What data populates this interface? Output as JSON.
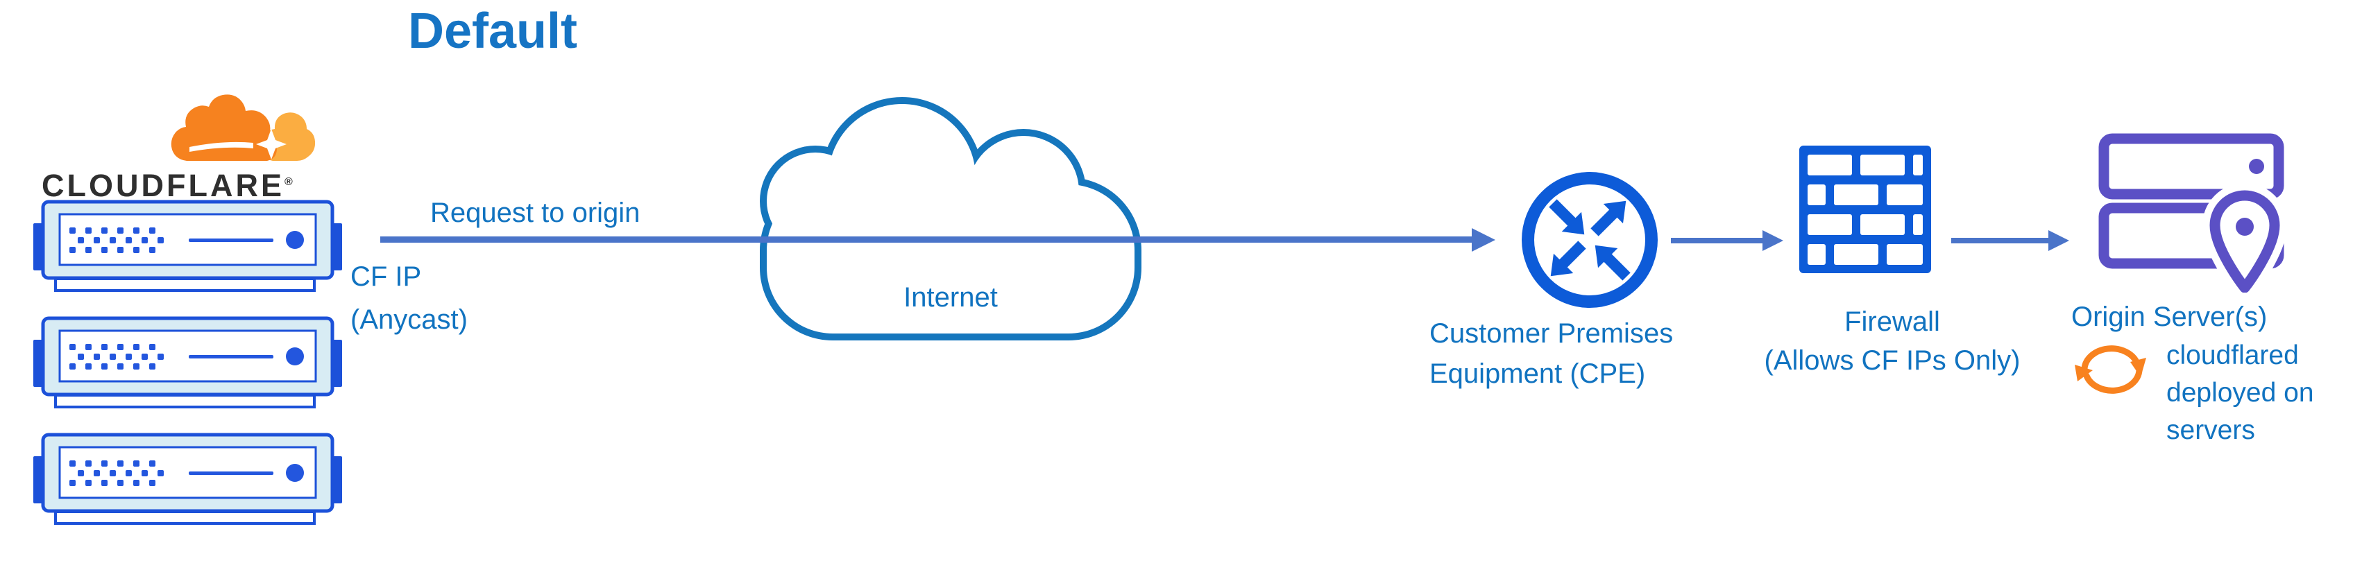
{
  "title": "Default",
  "cloudflare": {
    "brand": "CLOUDFLARE",
    "registered": "®"
  },
  "labels": {
    "request": "Request to origin",
    "cf_ip": "CF IP\n(Anycast)",
    "internet": "Internet",
    "cpe": "Customer Premises\nEquipment (CPE)",
    "firewall": "Firewall\n(Allows CF IPs Only)",
    "origin": "Origin Server(s)",
    "cloudflared": "cloudflared\ndeployed on\nservers"
  },
  "icons": {
    "logo": "cloudflare-cloud-logo",
    "edge_servers": "server-rack (x3)",
    "internet": "cloud-outline",
    "cpe": "router-crossed-arrows-circle",
    "firewall": "brick-wall",
    "origin": "server-stack-with-location-pin",
    "cloudflared": "sync-circular-arrows"
  },
  "colors": {
    "title_blue": "#1674c4",
    "label_blue": "#1173c0",
    "arrow_blue": "#4a74c9",
    "icon_blue": "#0d5bd8",
    "server_border_blue": "#1c51d9",
    "server_fill": "#d8ecf4",
    "cloud_stroke": "#1576bd",
    "origin_purple": "#5b50c5",
    "cf_orange": "#f6821f",
    "cf_orange_light": "#fbad41",
    "sync_orange": "#f8821f"
  }
}
